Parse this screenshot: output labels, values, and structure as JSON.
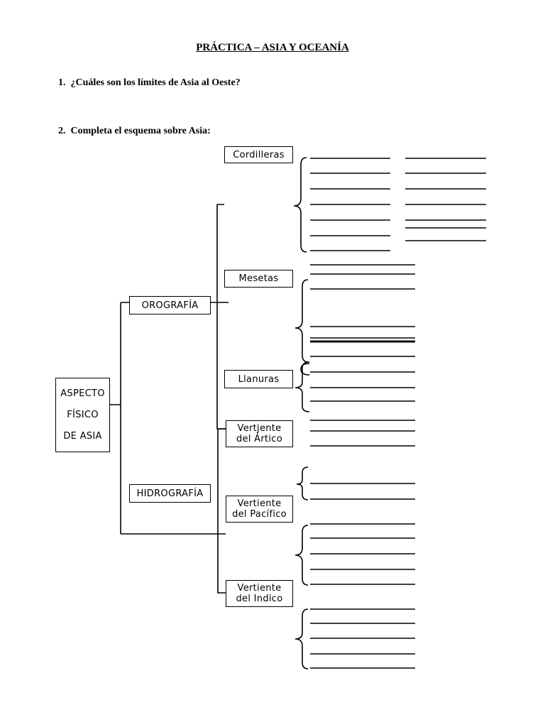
{
  "title": "PRÁCTICA – ASIA Y OCEANÍA",
  "questions": [
    {
      "number": "1.",
      "text": "¿Cuáles son los límites de Asia al Oeste?"
    },
    {
      "number": "2.",
      "text": "Completa el esquema sobre Asia:"
    }
  ],
  "scheme": {
    "root": {
      "line1": "ASPECTO",
      "line2": "FÍSICO",
      "line3": "DE ASIA"
    },
    "orografia": {
      "label": "OROGRAFÍA",
      "children": {
        "cordilleras": "Cordilleras",
        "mesetas": "Mesetas",
        "llanuras": "Llanuras"
      }
    },
    "hidrografia": {
      "label": "HIDROGRAFÍA",
      "children": {
        "artico": {
          "line1": "Vertjente",
          "line2": "del Ártico"
        },
        "pacifico": {
          "line1": "Vertiente",
          "line2": "del Pacífico"
        },
        "indico": {
          "line1": "Vertiente",
          "line2": "del Indico"
        }
      }
    }
  }
}
